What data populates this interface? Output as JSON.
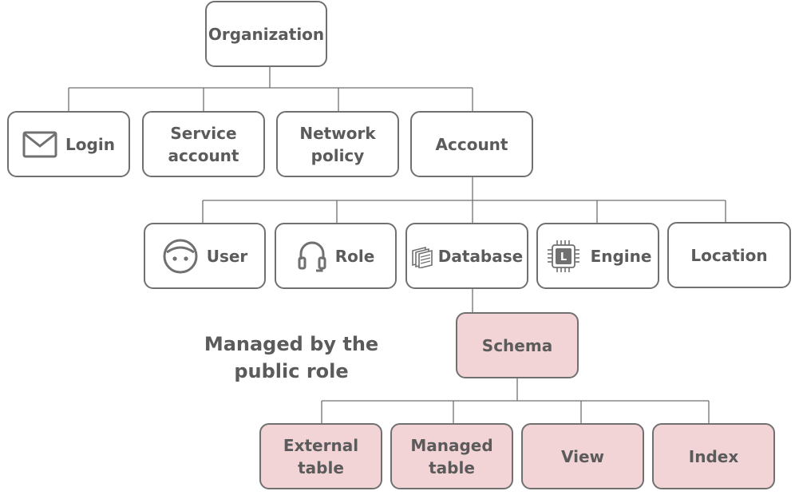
{
  "nodes": {
    "organization": "Organization",
    "login": "Login",
    "service_account": "Service\naccount",
    "network_policy": "Network\npolicy",
    "account": "Account",
    "user": "User",
    "role": "Role",
    "database": "Database",
    "engine": "Engine",
    "location": "Location",
    "schema": "Schema",
    "external_table": "External\ntable",
    "managed_table": "Managed\ntable",
    "view": "View",
    "index": "Index"
  },
  "engine_chip_letter": "L",
  "note": "Managed by the\npublic role",
  "colors": {
    "border": "#707070",
    "text": "#5b5b5b",
    "public_role_fill": "#f2d4d7"
  }
}
